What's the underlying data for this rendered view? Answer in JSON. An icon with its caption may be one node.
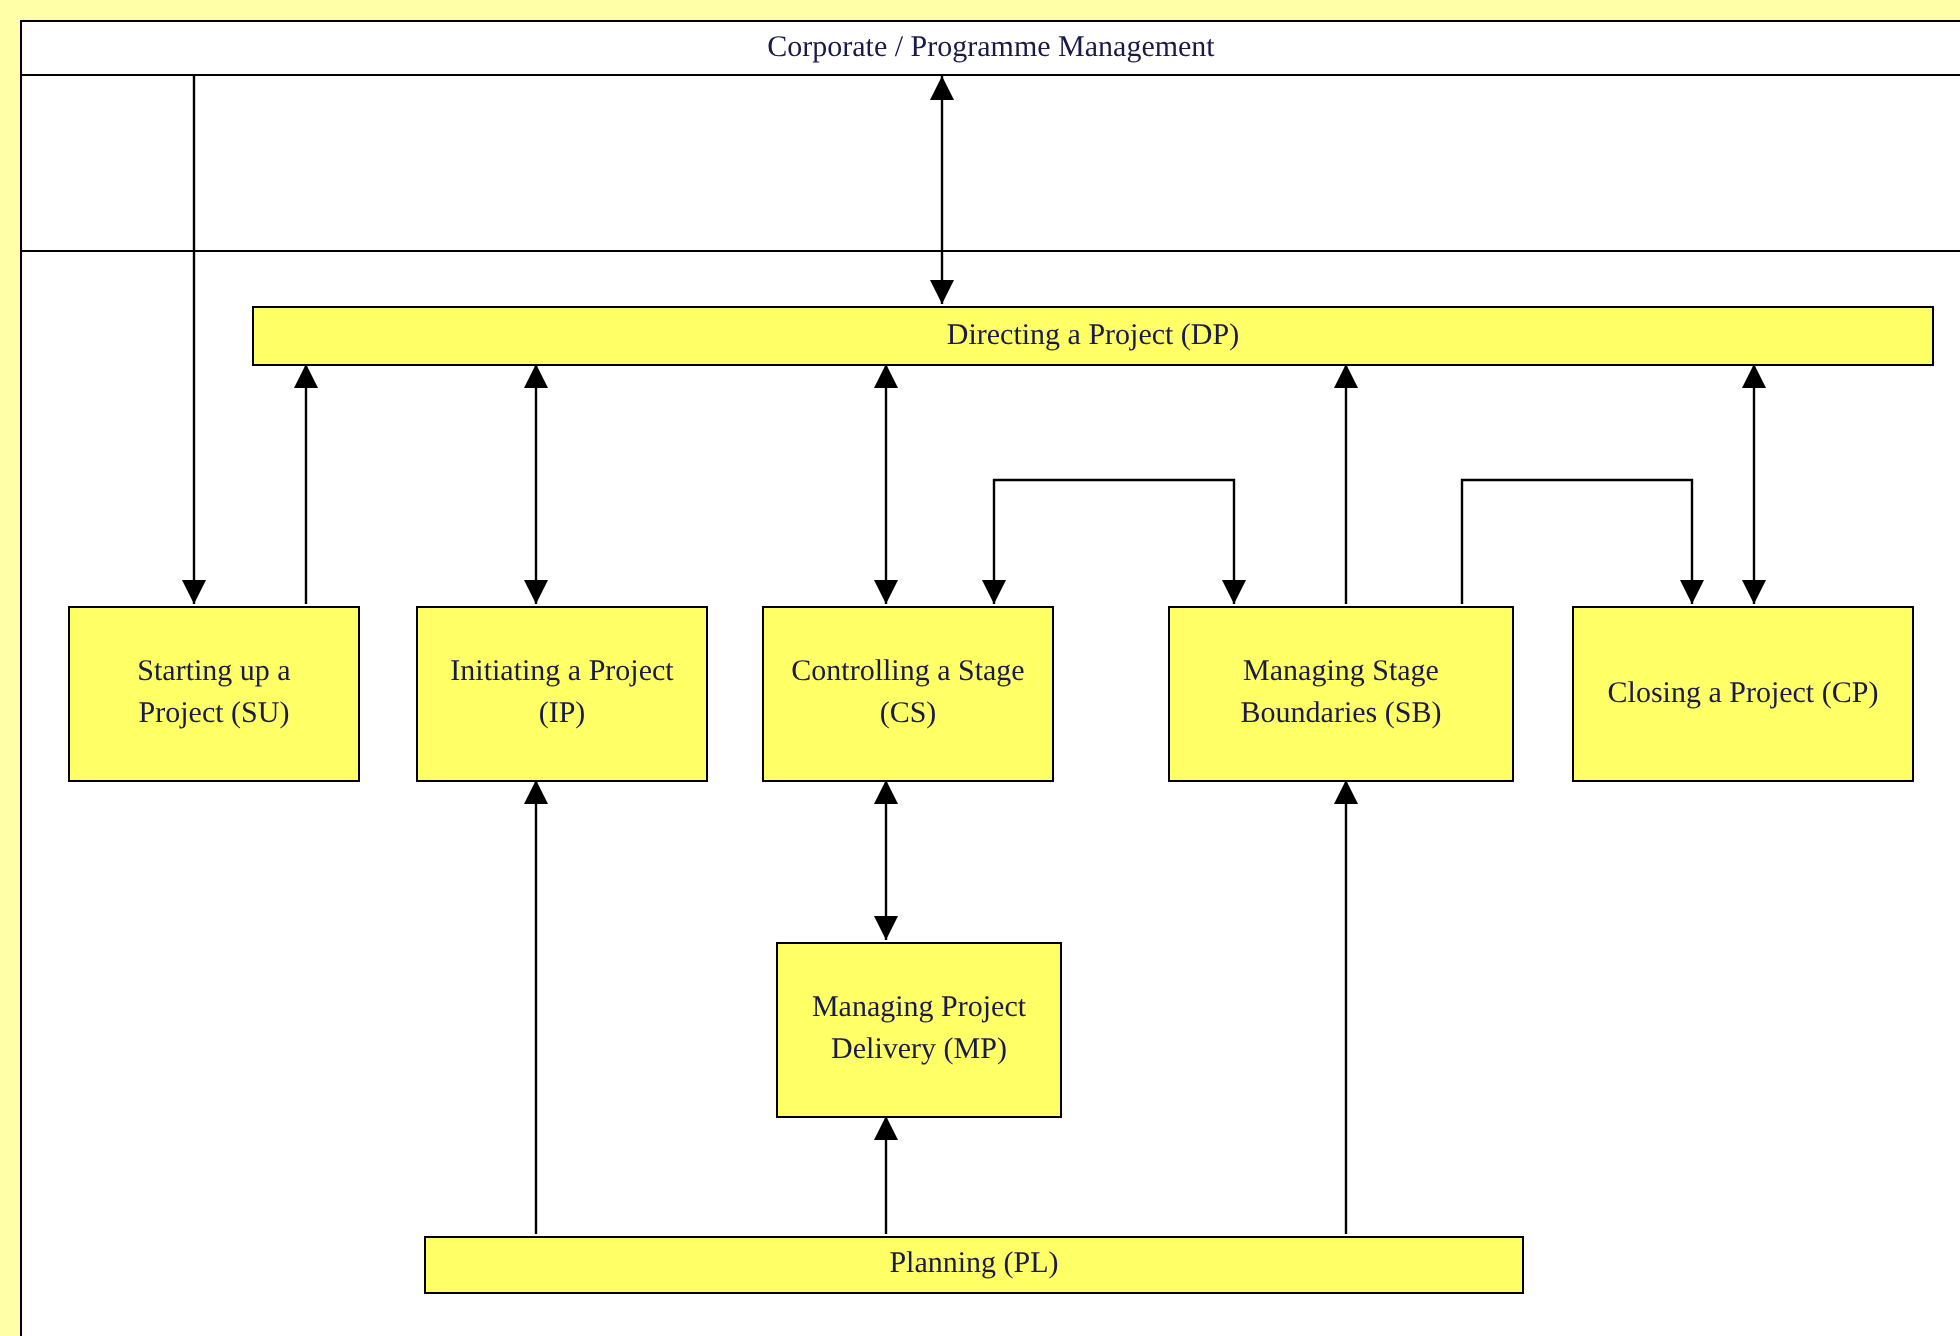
{
  "diagram": {
    "nodes": [
      {
        "text": [
          "Corporate / Programme Management"
        ]
      },
      {
        "text": [],
        "shape": "box"
      },
      {
        "text": [
          "Directing a Project (DP)"
        ],
        "in": 1
      },
      {
        "text": [
          "Starting up a Project (SU)"
        ],
        "in": 1
      },
      {
        "text": [
          "Initiating a Project (IP)"
        ],
        "in": 1
      },
      {
        "text": [
          "Controlling a Stage (CS)"
        ],
        "in": 1
      },
      {
        "text": [
          "Managing Stage Boundaries (SB)"
        ],
        "in": 1
      },
      {
        "text": [
          "Closing a Project (CP)"
        ],
        "in": 1
      },
      {
        "text": [
          "Managing Project Delivery (MP)"
        ],
        "in": 1
      },
      {
        "text": [
          "Planning (PL)"
        ],
        "in": 1
      }
    ],
    "edges": [
      {
        "from": 0,
        "to": 3,
        "arrow": "to"
      },
      {
        "from": 0,
        "to": 2,
        "arrow": "both"
      },
      {
        "from": 3,
        "to": 2,
        "arrow": "to"
      },
      {
        "from": 2,
        "to": 4,
        "arrow": "both"
      },
      {
        "from": 2,
        "to": 5,
        "arrow": "both"
      },
      {
        "from": 5,
        "to": 6,
        "arrow": "both"
      },
      {
        "from": 6,
        "to": 2,
        "arrow": "to"
      },
      {
        "from": 6,
        "to": 7,
        "arrow": "to"
      },
      {
        "from": 2,
        "to": 7,
        "arrow": "both"
      },
      {
        "from": 5,
        "to": 8,
        "arrow": "both"
      },
      {
        "from": 9,
        "to": 4,
        "arrow": "to"
      },
      {
        "from": 9,
        "to": 8,
        "arrow": "to"
      },
      {
        "from": 9,
        "to": 6,
        "arrow": "to"
      }
    ]
  }
}
